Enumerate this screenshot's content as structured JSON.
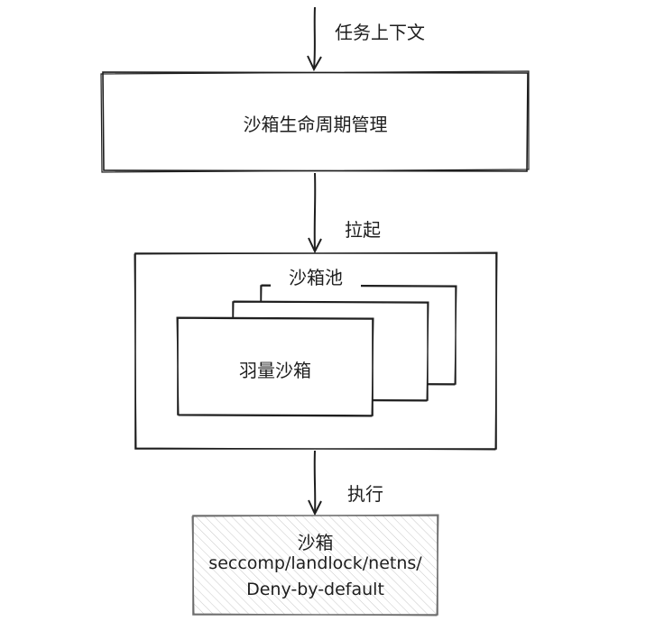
{
  "labels": {
    "task_context": "任务上下文",
    "lifecycle": "沙箱生命周期管理",
    "launch": "拉起",
    "pool": "沙箱池",
    "lightweight_sandbox": "羽量沙箱",
    "execute": "执行",
    "sandbox_title": "沙箱",
    "sandbox_tech": "seccomp/landlock/netns/",
    "sandbox_policy": "Deny-by-default"
  }
}
